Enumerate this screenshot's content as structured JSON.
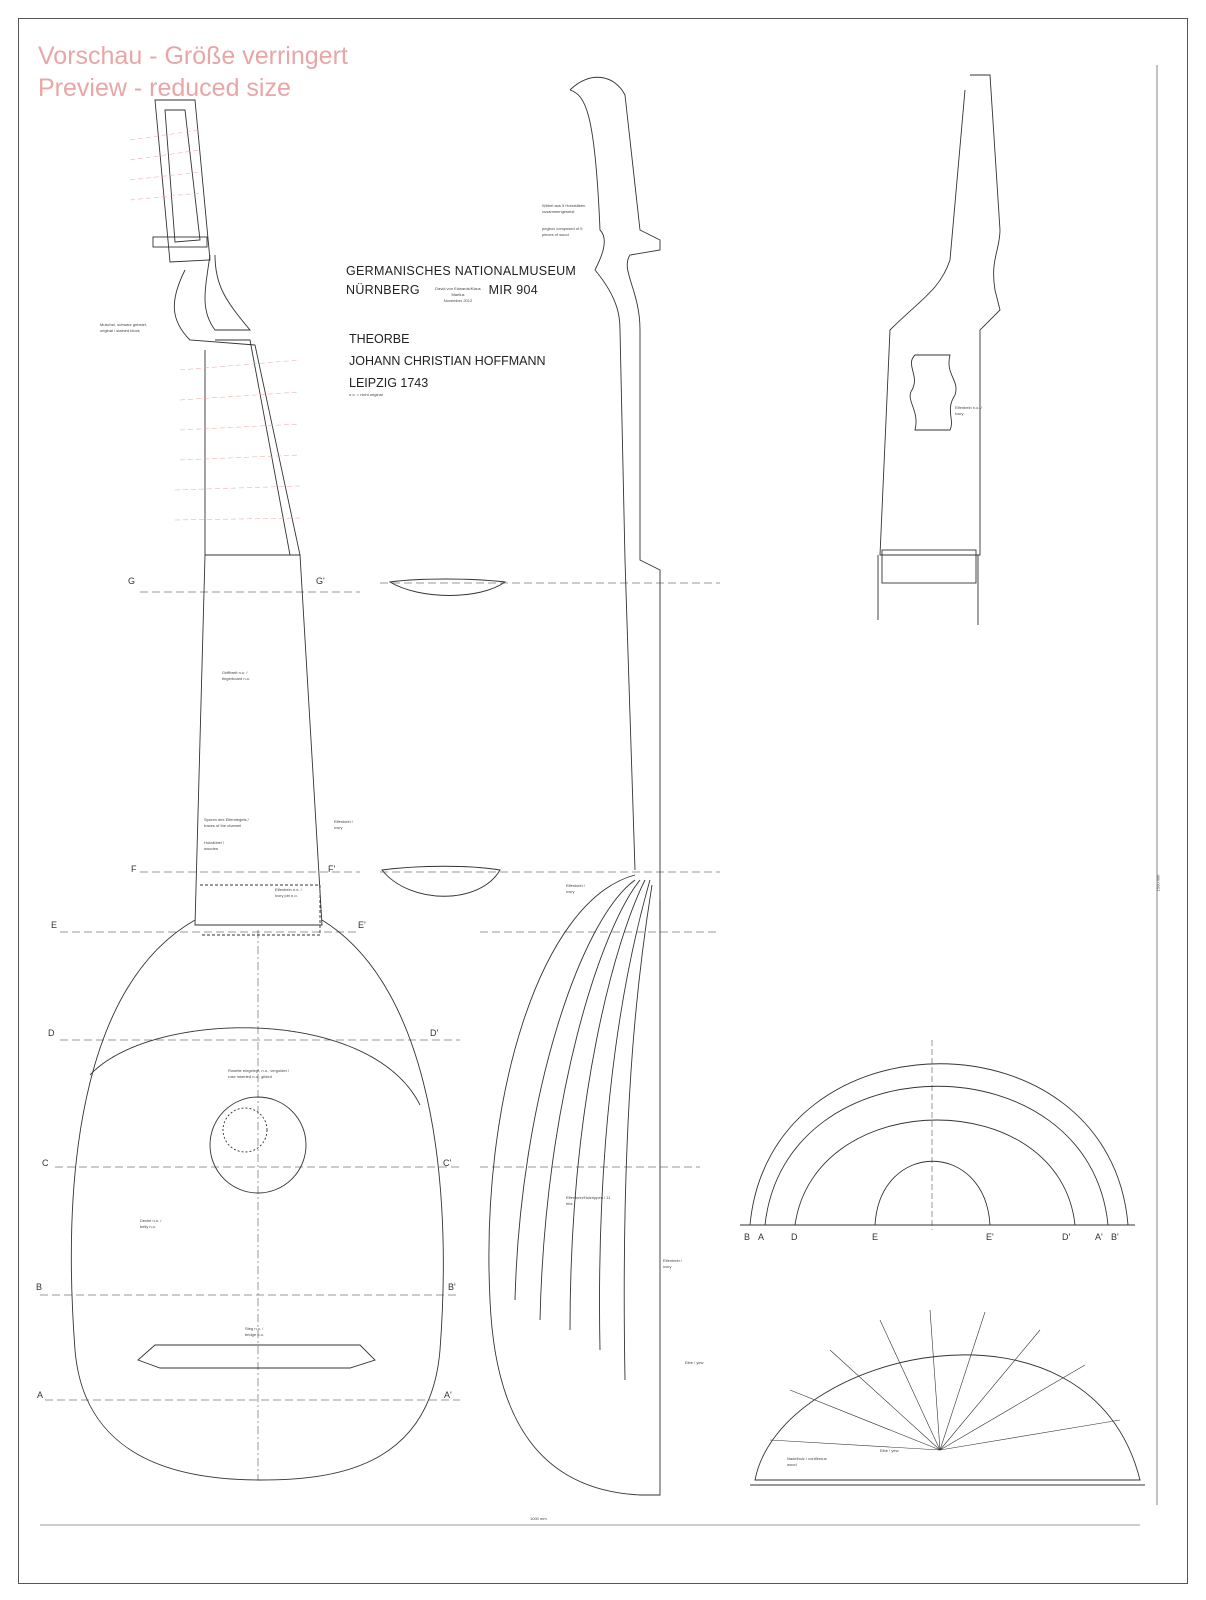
{
  "watermark": {
    "line1": "Vorschau - Größe verringert",
    "line2": "Preview - reduced size"
  },
  "title_block": {
    "museum": "GERMANISCHES NATIONALMUSEUM",
    "city": "NÜRNBERG",
    "drawn_by": "David von Edwards/Klaus Martius",
    "date": "November 2012",
    "inventory": "MIR 904",
    "instrument": "THEORBE",
    "maker": "JOHANN CHRISTIAN HOFFMANN",
    "place_year": "LEIPZIG 1743",
    "note": "n.o. = nicht original"
  },
  "annotations": {
    "pegbox_de": "Wirbel aus 5 Holzstäben zusammengesetzt",
    "pegbox_en": "pegbox composed of 5 pieces of wood",
    "scroll": "Muschel, schwarz gebeizt, original / stained block",
    "ivory_a": "Elfenbein n.o. / ivory",
    "fingerboard": "Griffbrett n.o. / fingerboard n.o.",
    "traces": "Spuren des Elfenriegels / traces of the channel",
    "wooden": "Holzdübel / wooden",
    "ivory_b": "Elfenbein / ivory",
    "ivory_pin": "Elfenbein n.o. / ivory pin n.o.",
    "rose": "Rosette eingelegt, n.o., vergoldet / rose inserted n.o., gilded",
    "top": "Decke n.o. / belly n.o.",
    "bridge": "Steg n.o. / bridge n.o.",
    "ivory_c": "Elfenbein / ivory",
    "ribs": "Elfenbein/Holzrippen / 11 ribs",
    "ivory_d": "Elfenbein / ivory",
    "yew": "Eibe / yew",
    "softwood": "Nadelholz / coniferous wood",
    "yew2": "Eibe / yew"
  },
  "section_letters": [
    "G",
    "F",
    "E",
    "D",
    "C",
    "B",
    "A"
  ],
  "section_letters_prime": [
    "G'",
    "F'",
    "E'",
    "D'",
    "C'",
    "B'",
    "A'"
  ],
  "arc_labels": [
    "B",
    "A",
    "D",
    "E",
    "E'",
    "D'",
    "A'",
    "B'"
  ],
  "dimensions": {
    "width": "1000 mm",
    "height": "1500 mm"
  }
}
